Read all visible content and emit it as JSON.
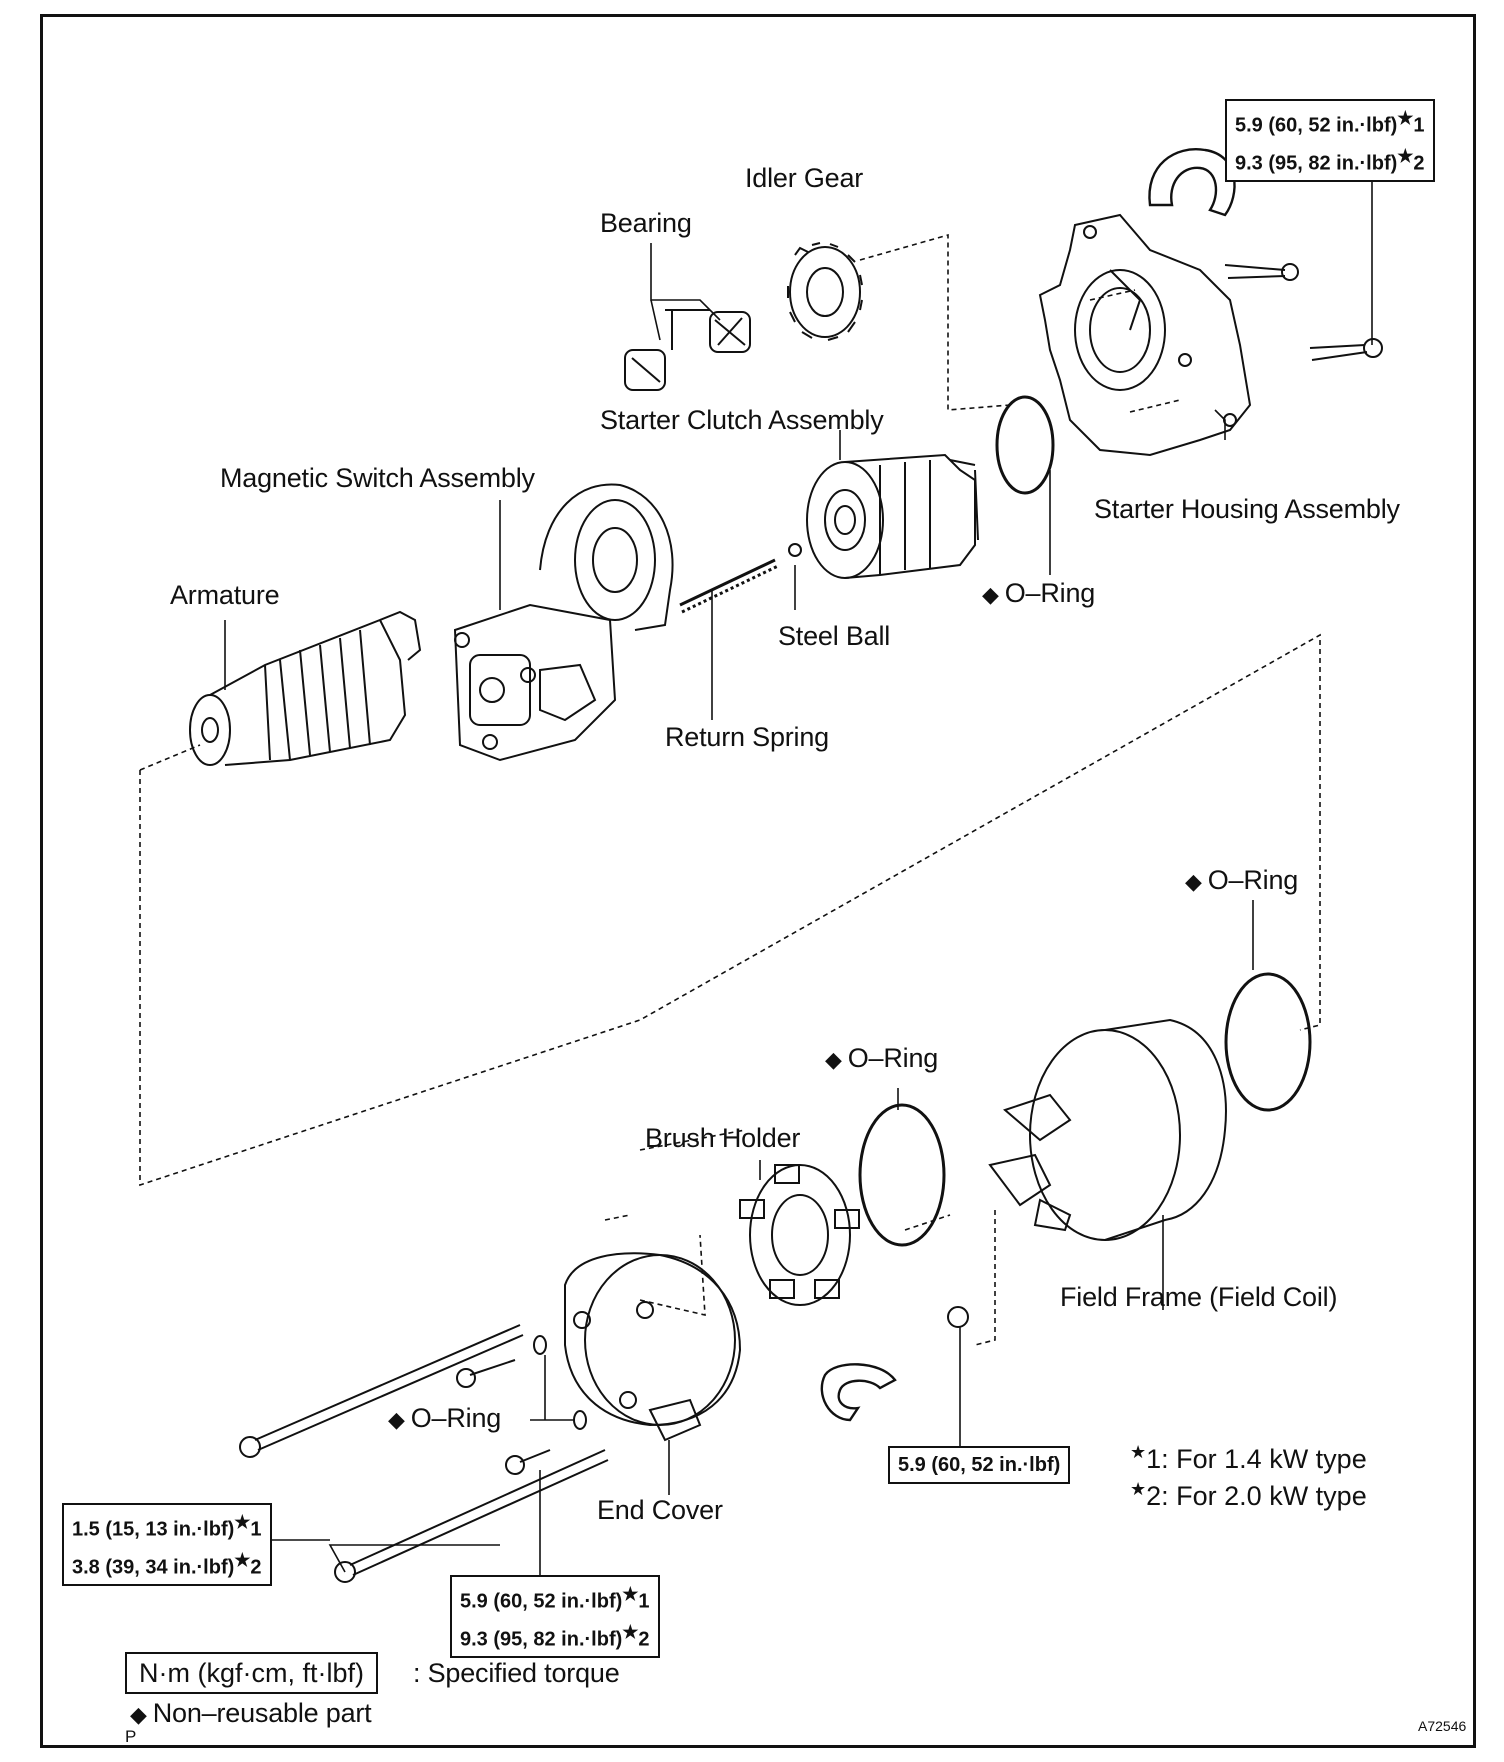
{
  "labels": {
    "idler_gear": "Idler Gear",
    "bearing": "Bearing",
    "starter_clutch": "Starter Clutch Assembly",
    "magnetic_switch": "Magnetic Switch Assembly",
    "starter_housing": "Starter Housing Assembly",
    "armature": "Armature",
    "o_ring": "O–Ring",
    "steel_ball": "Steel Ball",
    "return_spring": "Return Spring",
    "brush_holder": "Brush Holder",
    "field_frame": "Field Frame (Field Coil)",
    "end_cover": "End Cover"
  },
  "torque": {
    "housing_1": "5.9 (60, 52 in.·lbf)",
    "housing_2": "9.3 (95, 82 in.·lbf)",
    "field_nut": "5.9 (60, 52 in.·lbf)",
    "end_cover_1": "1.5 (15, 13 in.·lbf)",
    "end_cover_2": "3.8 (39, 34 in.·lbf)",
    "thru_bolt_1": "5.9 (60, 52 in.·lbf)",
    "thru_bolt_2": "9.3 (95, 82 in.·lbf)",
    "mark_1": "1",
    "mark_2": "2"
  },
  "notes": {
    "type_1": "1: For 1.4 kW type",
    "type_2": "2: For 2.0 kW type"
  },
  "legend": {
    "unit": "N·m (kgf·cm, ft·lbf)",
    "unit_desc": ": Specified torque",
    "nonreusable": "Non–reusable part"
  },
  "footer": {
    "page_mark": "P",
    "figure_id": "A72546"
  },
  "symbols": {
    "diamond": "◆",
    "star": "★"
  }
}
